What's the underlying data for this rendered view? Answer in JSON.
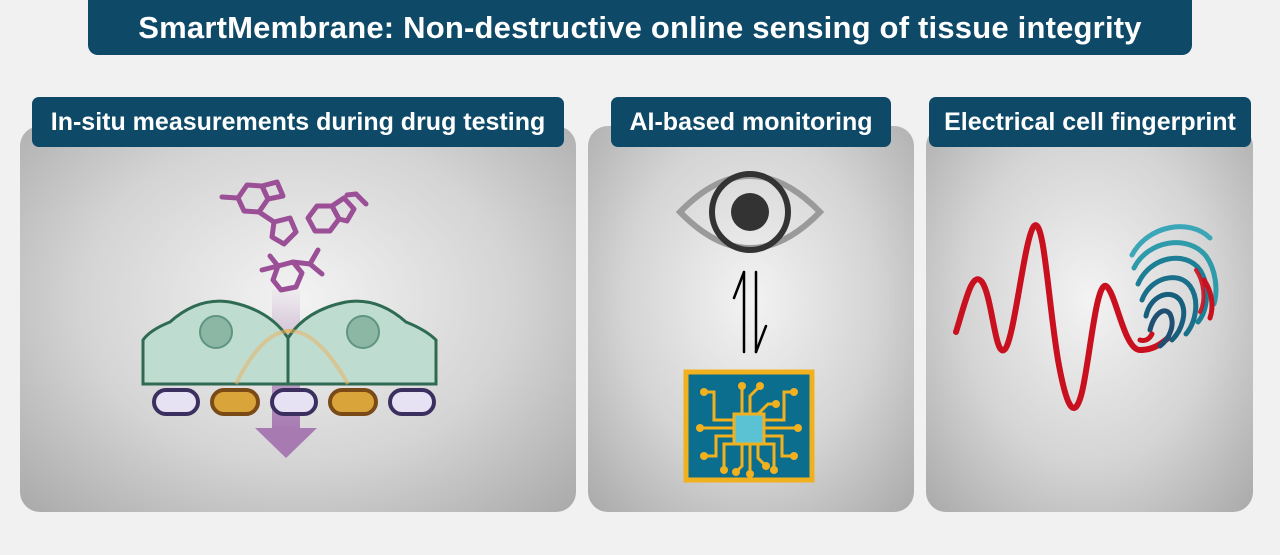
{
  "title": "SmartMembrane: Non-destructive online sensing of tissue integrity",
  "panels": [
    {
      "label": "In-situ measurements during drug testing",
      "icons": [
        "molecule-icon",
        "cell-layer-icon",
        "electrode-icon",
        "downward-arrow-icon"
      ]
    },
    {
      "label": "AI-based monitoring",
      "icons": [
        "eye-icon",
        "exchange-arrows-icon",
        "microchip-icon"
      ]
    },
    {
      "label": "Electrical cell fingerprint",
      "icons": [
        "waveform-icon",
        "fingerprint-icon"
      ]
    }
  ],
  "colors": {
    "header": "#0e4a68",
    "molecule": "#9b4f96",
    "cell_fill": "#bfdcd0",
    "cell_outline": "#2e6b52",
    "electrode_gold": "#d9a53a",
    "electrode_light": "#e6e2f4",
    "arrow": "#a77ab2",
    "chip_blue": "#0b6e8f",
    "chip_gold": "#f1b11e",
    "wave_red": "#c8101e",
    "fingerprint_teal": "#1d7f95"
  }
}
